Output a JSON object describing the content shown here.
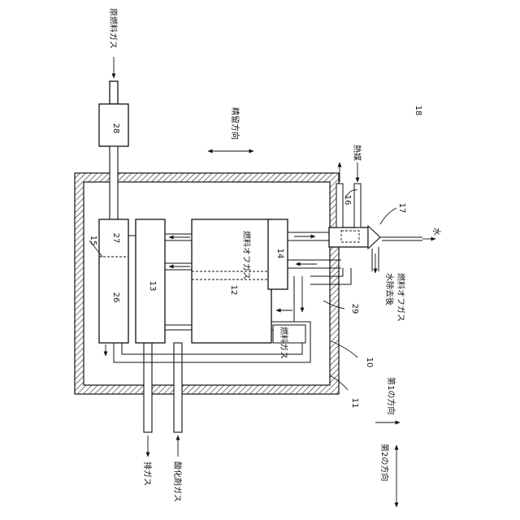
{
  "labels": {
    "raw_fuel_gas": "原燃料ガス",
    "rectification_direction": "精留方向",
    "heat_medium": "熱媒",
    "water": "水",
    "fuel_offgas": "燃料オフガス",
    "fuel_gas": "燃料ガス",
    "water_removed_offgas_1": "水除去後",
    "water_removed_offgas_2": "燃料オフガス",
    "exhaust_gas": "排ガス",
    "oxidant_gas": "酸化剤ガス",
    "first_direction": "第1の方向",
    "second_direction": "第2の方向"
  },
  "refs": {
    "r10": "10",
    "r11": "11",
    "r12": "12",
    "r13": "13",
    "r14": "14",
    "r15": "15",
    "r16": "16",
    "r17": "17",
    "r18": "18",
    "r26": "26",
    "r27": "27",
    "r28": "28",
    "r29": "29"
  }
}
